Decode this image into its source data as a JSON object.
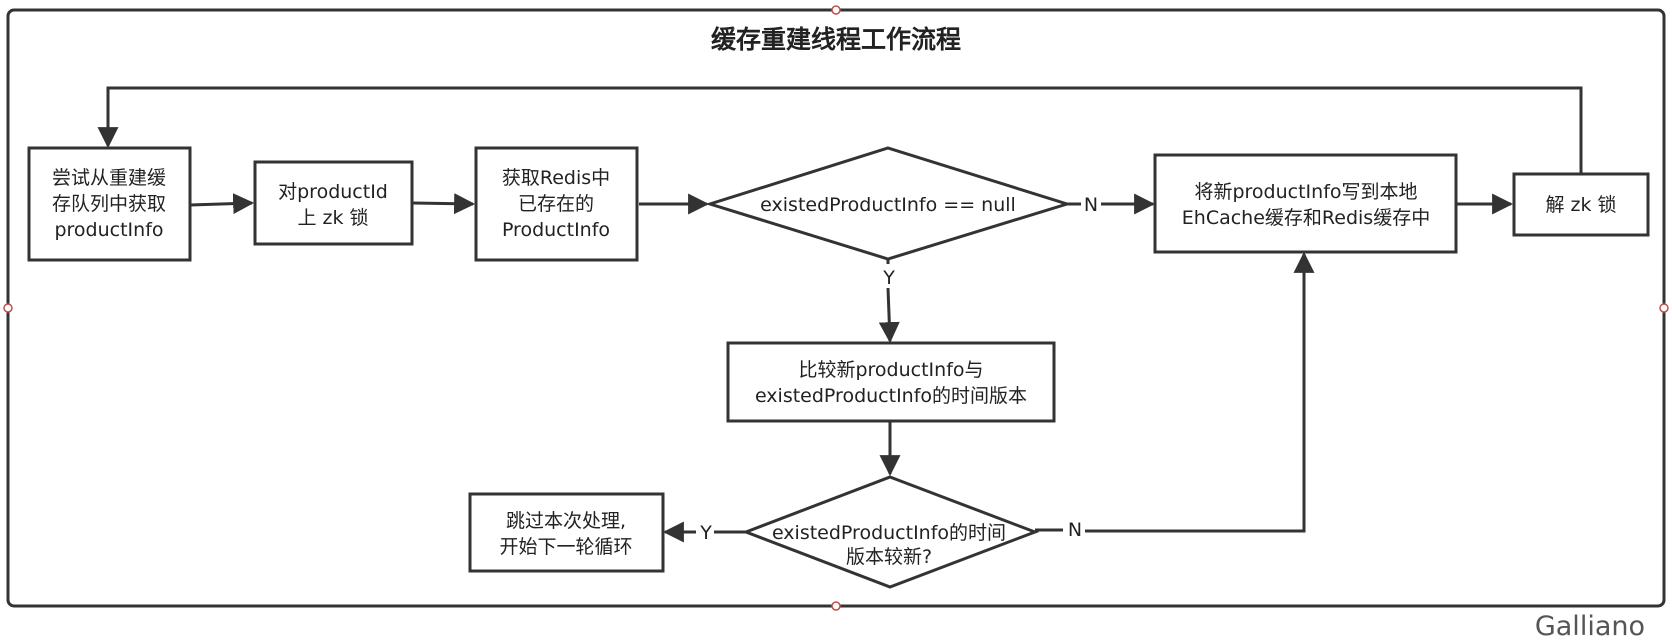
{
  "title": "缓存重建线程工作流程",
  "watermark": "Galliano",
  "nodes": {
    "try_get": [
      "尝试从重建缓",
      "存队列中获取",
      "productInfo"
    ],
    "lock": [
      "对productId",
      "上 zk 锁"
    ],
    "get_redis": [
      "获取Redis中",
      "已存在的",
      "ProductInfo"
    ],
    "decision_null": "existedProductInfo == null",
    "write_cache": [
      "将新productInfo写到本地",
      "EhCache缓存和Redis缓存中"
    ],
    "unlock": "解 zk 锁",
    "compare": [
      "比较新productInfo与",
      "existedProductInfo的时间版本"
    ],
    "decision_newer": [
      "existedProductInfo的时间",
      "版本较新?"
    ],
    "skip": [
      "跳过本次处理,",
      "开始下一轮循环"
    ]
  },
  "edge_labels": {
    "null_no": "N",
    "null_yes": "Y",
    "newer_yes": "Y",
    "newer_no": "N"
  },
  "colors": {
    "stroke": "#333333",
    "text": "#222222",
    "background": "#ffffff"
  }
}
